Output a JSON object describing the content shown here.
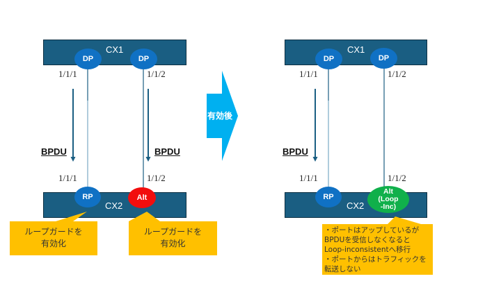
{
  "colors": {
    "switch_fill": "#1a5e82",
    "port_designated": "#1071c4",
    "port_alternate": "#f20d0d",
    "port_loop_inconsistent": "#10b04b",
    "callout": "#ffc000",
    "transition_arrow": "#00b0f0"
  },
  "before": {
    "switch_top": "CX1",
    "switch_bottom": "CX2",
    "top_ports": [
      {
        "role": "DP",
        "number": "1/1/1"
      },
      {
        "role": "DP",
        "number": "1/1/2"
      }
    ],
    "bottom_ports": [
      {
        "role": "RP",
        "number": "1/1/1"
      },
      {
        "role": "Alt",
        "number": "1/1/2"
      }
    ],
    "bpdu_labels": [
      "BPDU",
      "BPDU"
    ],
    "callouts": [
      {
        "line1": "ループガードを",
        "line2": "有効化"
      },
      {
        "line1": "ループガードを",
        "line2": "有効化"
      }
    ]
  },
  "transition": {
    "label": "有効後",
    "icon": "right-arrow-icon"
  },
  "after": {
    "switch_top": "CX1",
    "switch_bottom": "CX2",
    "top_ports": [
      {
        "role": "DP",
        "number": "1/1/1"
      },
      {
        "role": "DP",
        "number": "1/1/2"
      }
    ],
    "bottom_ports": [
      {
        "role": "RP",
        "number": "1/1/1"
      },
      {
        "role_line1": "Alt",
        "role_line2": "(Loop",
        "role_line3": "-Inc)",
        "number": "1/1/2"
      }
    ],
    "bpdu_label": "BPDU",
    "callout": {
      "lines": [
        "・ポートはアップしているが",
        "BPDUを受信しなくなると",
        "Loop-inconsistentへ移行",
        "・ポートからはトラフィックを",
        "転送しない"
      ]
    }
  }
}
